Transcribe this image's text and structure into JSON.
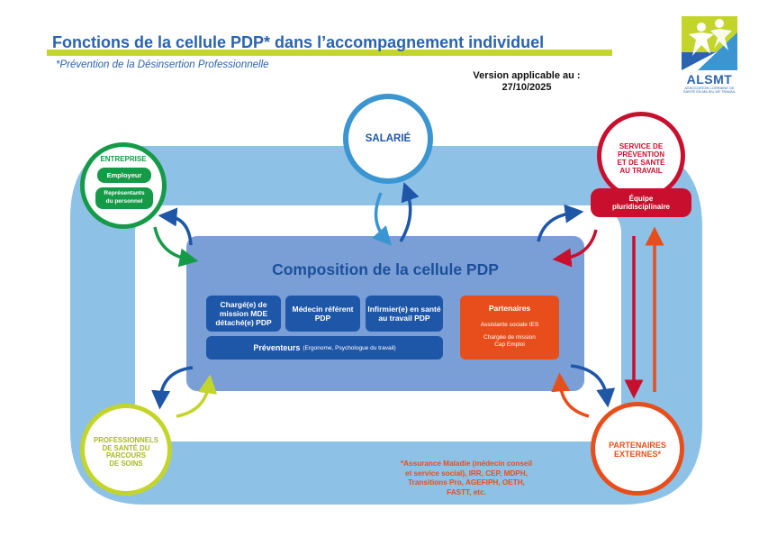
{
  "header": {
    "title": "Fonctions de la cellule PDP* dans l’accompagnement individuel",
    "subtitle": "*Prévention de la Désinsertion Professionnelle",
    "version_line1": "Version applicable au :",
    "version_line2": "27/10/2025"
  },
  "logo": {
    "name": "ALSMT",
    "tagline": "ASSOCIATION LORRAINE DE SANTÉ EN MILIEU DE TRAVAIL"
  },
  "center": {
    "title": "Composition de la cellule PDP",
    "roles": [
      "Chargé(e) de mission MDE détaché(e) PDP",
      "Médecin référent PDP",
      "Infirmier(e) en santé au travail PDP"
    ],
    "preventeurs_label": "Préventeurs",
    "preventeurs_detail": "(Ergonome, Psychologue du travail)",
    "partners_title": "Partenaires",
    "partners_line1": "Assistante sociale IES",
    "partners_line2": "Chargée de mission",
    "partners_line3": "Cap Emploi"
  },
  "entreprise": {
    "title": "ENTREPRISE",
    "item1": "Employeur",
    "item2_line1": "Représentants",
    "item2_line2": "du personnel"
  },
  "salarie": {
    "title": "SALARIÉ"
  },
  "spst": {
    "line1": "SERVICE DE",
    "line2": "PRÉVENTION",
    "line3": "ET DE SANTÉ",
    "line4": "AU TRAVAIL",
    "team_line1": "Équipe",
    "team_line2": "pluridisciplinaire"
  },
  "pro_sante": {
    "line1": "PROFESSIONNELS",
    "line2": "DE SANTÉ DU",
    "line3": "PARCOURS",
    "line4": "DE SOINS"
  },
  "externes": {
    "line1": "PARTENAIRES",
    "line2": "EXTERNES*"
  },
  "footnote": {
    "line1": "*Assurance Maladie (médecin conseil",
    "line2": "et service social), IRR, CEP, MDPH,",
    "line3": "Transitions Pro, AGEFIPH, OETH,",
    "line4": "FASTT, etc."
  },
  "colors": {
    "light_blue": "#8ec1e6",
    "dark_blue": "#1e56a8",
    "title_blue": "#2a63b0",
    "green": "#159a47",
    "lime": "#c3d52b",
    "red": "#c8102e",
    "orange": "#e84e1b",
    "cyan": "#3a95d1"
  }
}
